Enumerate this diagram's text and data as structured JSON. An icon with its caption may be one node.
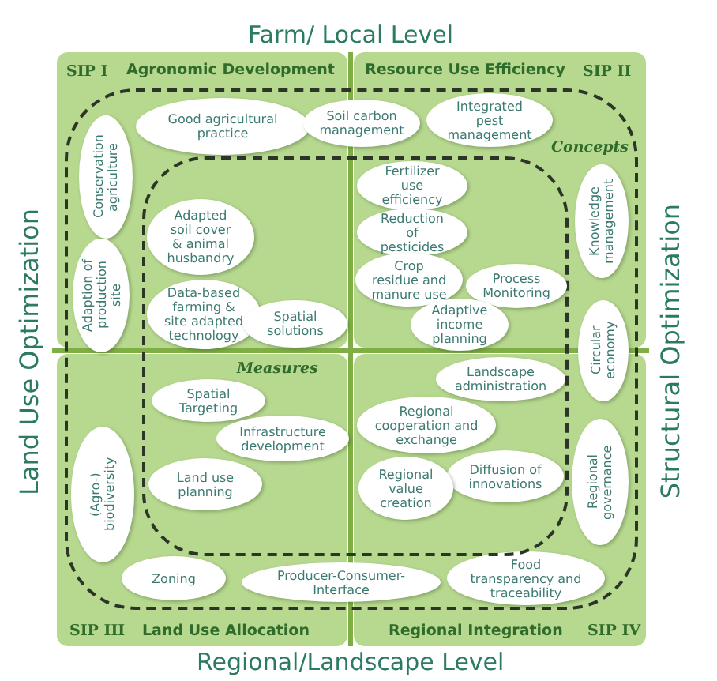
{
  "diagram": {
    "nodes": [
      {
        "text": [
          "Concepts"
        ]
      },
      {
        "text": [
          "Good agricultural practice"
        ],
        "in": 0
      },
      {
        "text": [
          "Soil carbon management"
        ],
        "in": 0
      },
      {
        "text": [
          "Integrated pest management"
        ],
        "in": 0
      },
      {
        "text": [
          "Conservation agriculture"
        ],
        "in": 0
      },
      {
        "text": [
          "Measures"
        ],
        "in": 0
      },
      {
        "text": [
          "Fertilizer use efficiency"
        ],
        "in": 5
      },
      {
        "text": [
          "Knowledge management"
        ],
        "in": 0
      },
      {
        "text": [
          "Adapted soil cover & animal husbandry"
        ],
        "in": 5
      },
      {
        "text": [
          "Reduction of pesticides"
        ],
        "in": 5
      },
      {
        "text": [
          "Adaption of production site"
        ],
        "in": 0
      },
      {
        "text": [
          "Crop residue and manure use"
        ],
        "in": 5
      },
      {
        "text": [
          "Process Monitoring"
        ],
        "in": 5
      },
      {
        "text": [
          "Data-based farming & site adapted technology"
        ],
        "in": 5
      },
      {
        "text": [
          "Spatial solutions"
        ],
        "in": 5
      },
      {
        "text": [
          "Adaptive income planning"
        ],
        "in": 5
      },
      {
        "text": [
          "Circular economy"
        ],
        "in": 0
      },
      {
        "text": [
          "Landscape administration"
        ],
        "in": 5
      },
      {
        "text": [
          "Spatial Targeting"
        ],
        "in": 5
      },
      {
        "text": [
          "Regional cooperation and exchange"
        ],
        "in": 5
      },
      {
        "text": [
          "Infrastructure development"
        ],
        "in": 5
      },
      {
        "text": [
          "Regional governance"
        ],
        "in": 0
      },
      {
        "text": [
          "(Agro-) biodiversity"
        ],
        "in": 0
      },
      {
        "text": [
          "Diffusion of innovations"
        ],
        "in": 5
      },
      {
        "text": [
          "Regional value creation"
        ],
        "in": 5
      },
      {
        "text": [
          "Land use planning"
        ],
        "in": 5
      },
      {
        "text": [
          "Zoning"
        ],
        "in": 0
      },
      {
        "text": [
          "Producer-Consumer-Interface"
        ],
        "in": 0
      },
      {
        "text": [
          "Food transparency and traceability"
        ],
        "in": 0
      }
    ],
    "labels": [
      "Farm/ Local Level",
      "SIP I",
      "Agronomic Development",
      "Resource Use Efficiency",
      "SIP II",
      "Land Use Optimization",
      "Structural Optimization",
      "SIP III",
      "Land Use Allocation",
      "Regional Integration",
      "SIP IV",
      "Regional/Landscape Level"
    ]
  }
}
